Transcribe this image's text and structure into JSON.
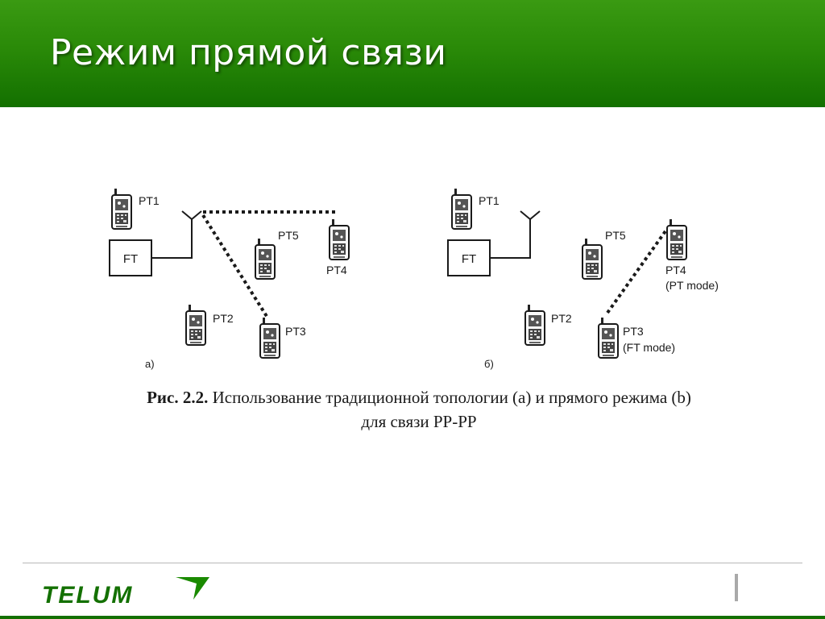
{
  "slide": {
    "title": "Режим прямой связи"
  },
  "diagram": {
    "panel_a": {
      "tag": "а)",
      "fixed_terminal": "FT",
      "terminals": [
        "PT1",
        "PT2",
        "PT3",
        "PT4",
        "PT5"
      ]
    },
    "panel_b": {
      "tag": "б)",
      "fixed_terminal": "FT",
      "terminals": [
        "PT1",
        "PT2",
        "PT3",
        "PT4",
        "PT5"
      ],
      "pt3_mode": "(FT mode)",
      "pt4_mode": "(PT mode)"
    }
  },
  "caption": {
    "lead": "Рис. 2.2.",
    "line1": "Использование традиционной топологии (a) и прямого режима (b)",
    "line2": "для связи PP-PP"
  },
  "footer": {
    "logo_text": "TELUM",
    "accent_color": "#137000"
  }
}
